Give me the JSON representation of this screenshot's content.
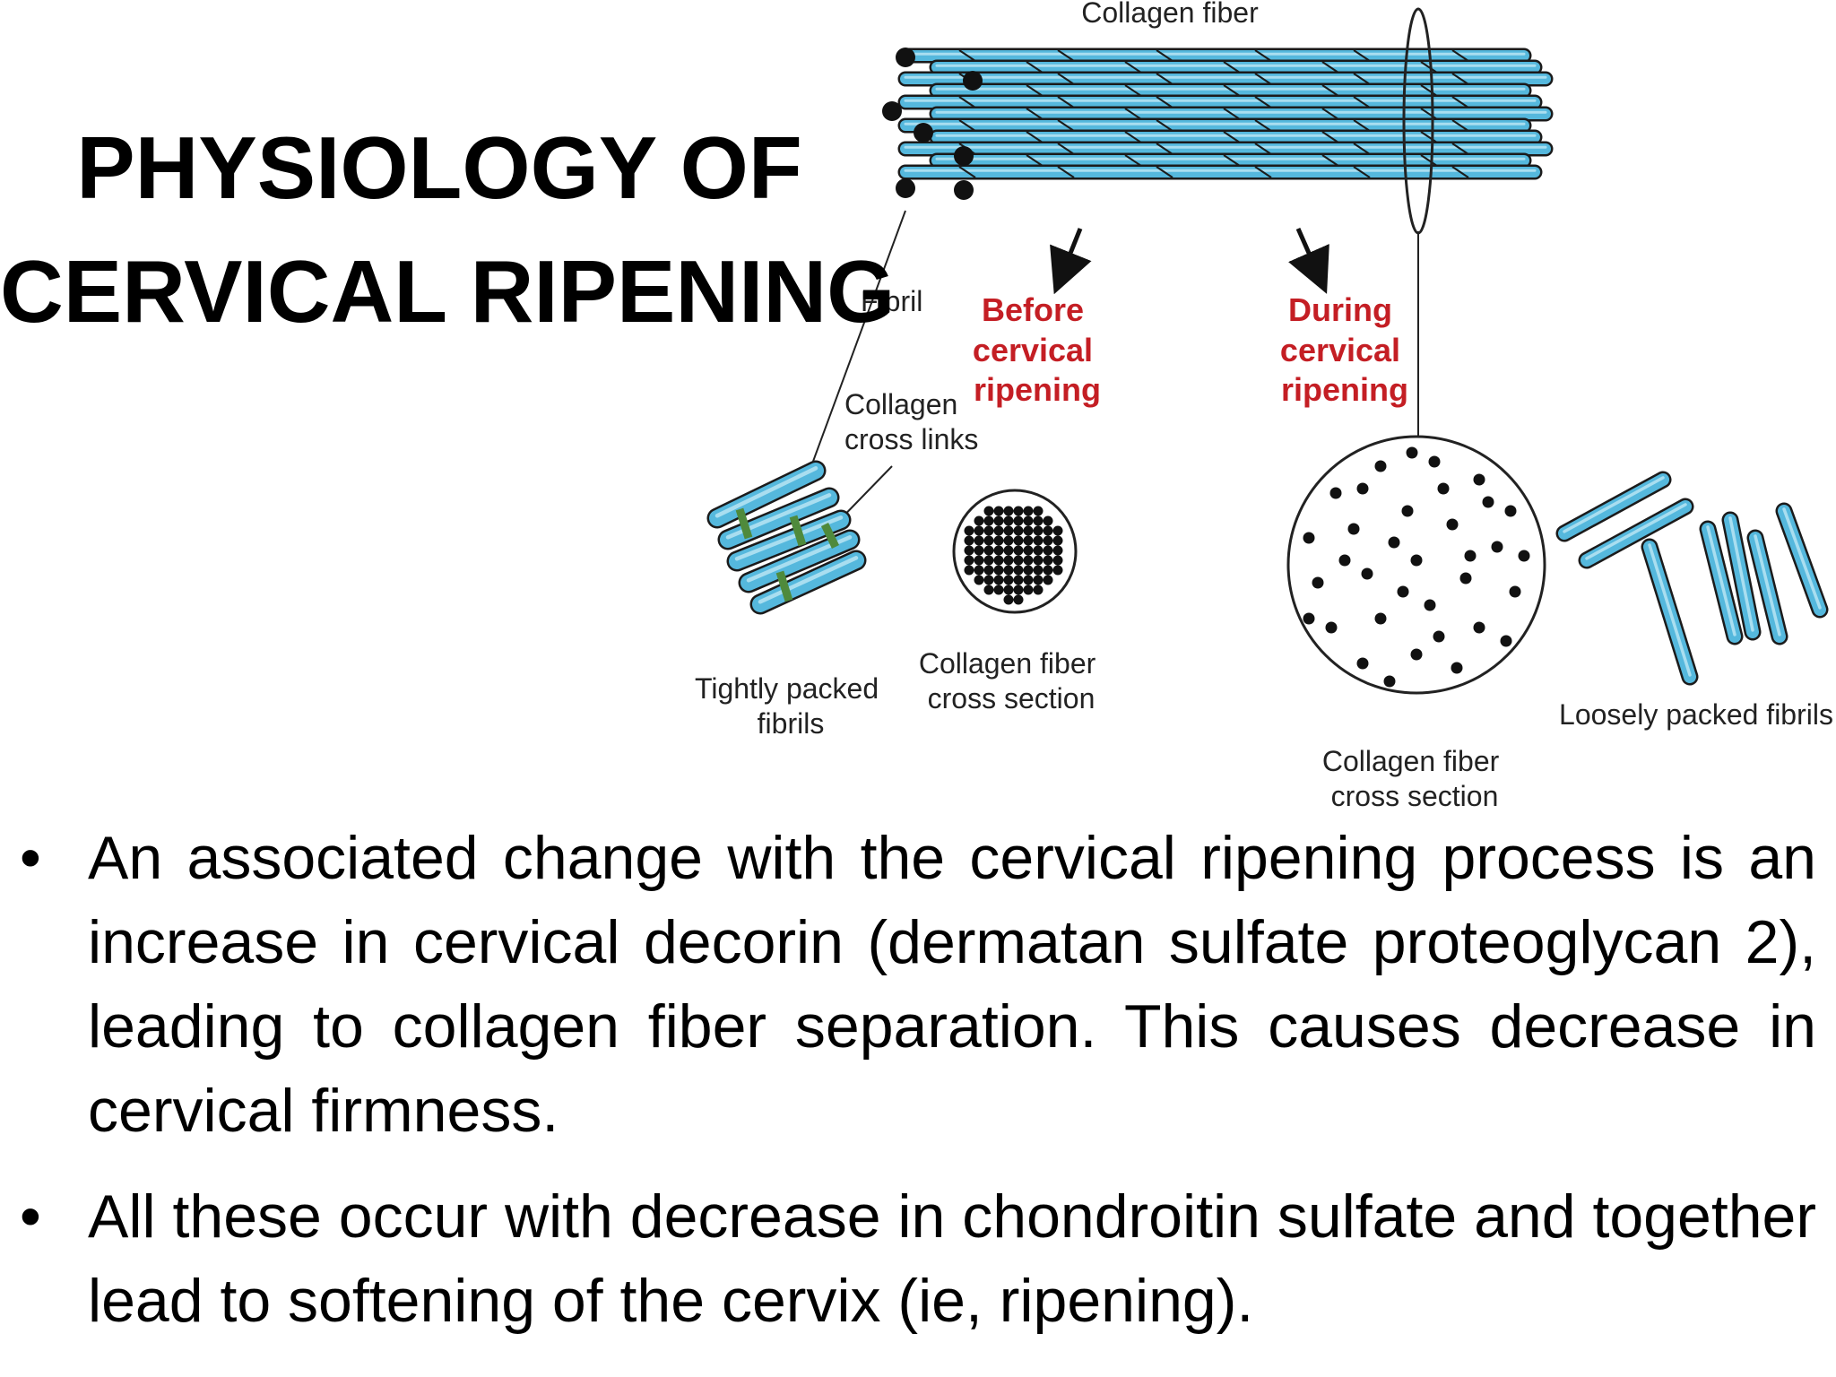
{
  "slide": {
    "title_lines": [
      "PHYSIOLOGY OF",
      "CERVICAL RIPENING"
    ]
  },
  "diagram": {
    "labels": {
      "collagen_fiber": "Collagen fiber",
      "fibril": "Fibril",
      "collagen_cross_links": [
        "Collagen",
        "cross links"
      ],
      "before": [
        "Before",
        "cervical",
        "ripening"
      ],
      "during": [
        "During",
        "cervical",
        "ripening"
      ],
      "tightly_packed": [
        "Tightly packed",
        "fibrils"
      ],
      "cross_section_left": [
        "Collagen fiber",
        "cross section"
      ],
      "cross_section_right": [
        "Collagen fiber",
        "cross section"
      ],
      "loosely_packed": "Loosely packed fibrils"
    },
    "colors": {
      "fibril_fill": "#55b8dd",
      "crosslink": "#4f8a3c",
      "label_red": "#c41e24",
      "dot": "#111111"
    }
  },
  "bullets": [
    "An associated change with the cervical ripening process is an increase in cervical decorin (dermatan sulfate proteoglycan 2), leading to collagen fiber separation. This causes decrease in cervical firmness.",
    "All these occur with decrease in chondroitin sulfate and together lead to softening of the cervix (ie, ripening)."
  ],
  "bullet_symbol": "•"
}
